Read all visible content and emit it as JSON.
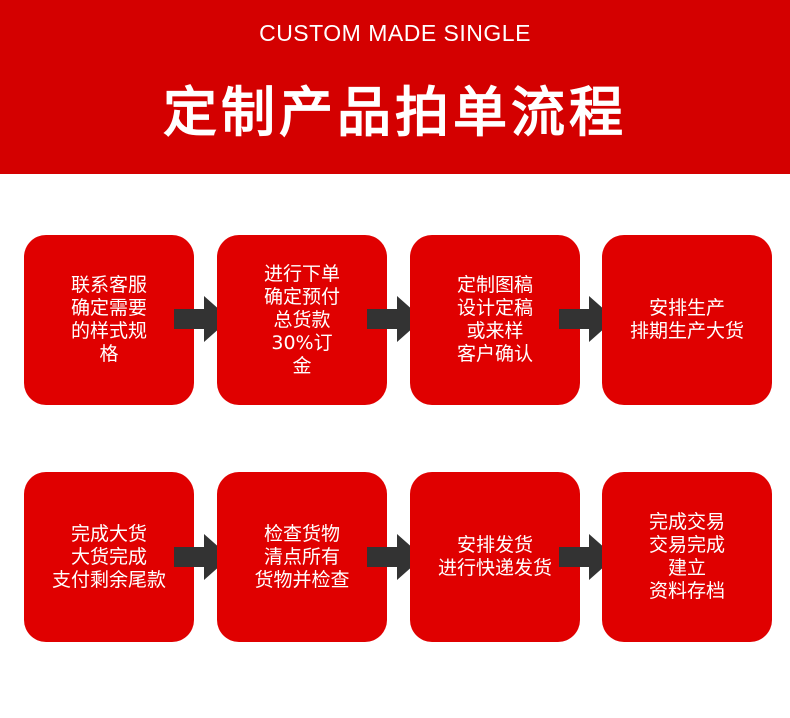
{
  "header": {
    "subtitle": "CUSTOM MADE SINGLE",
    "title": "定制产品拍单流程",
    "bg_color": "#d40000"
  },
  "colors": {
    "step_bg": "#e00000",
    "arrow": "#333333",
    "text": "#ffffff"
  },
  "steps": [
    {
      "label": "联系客服\n确定需要\n的样式规\n格"
    },
    {
      "label": "进行下单\n确定预付\n总货款\n30%订\n金"
    },
    {
      "label": "定制图稿\n设计定稿\n或来样\n客户确认"
    },
    {
      "label": "安排生产\n排期生产大货"
    },
    {
      "label": "完成大货\n大货完成\n支付剩余尾款"
    },
    {
      "label": "检查货物\n清点所有\n货物并检查"
    },
    {
      "label": "安排发货\n进行快递发货"
    },
    {
      "label": "完成交易\n交易完成\n建立\n资料存档"
    }
  ]
}
